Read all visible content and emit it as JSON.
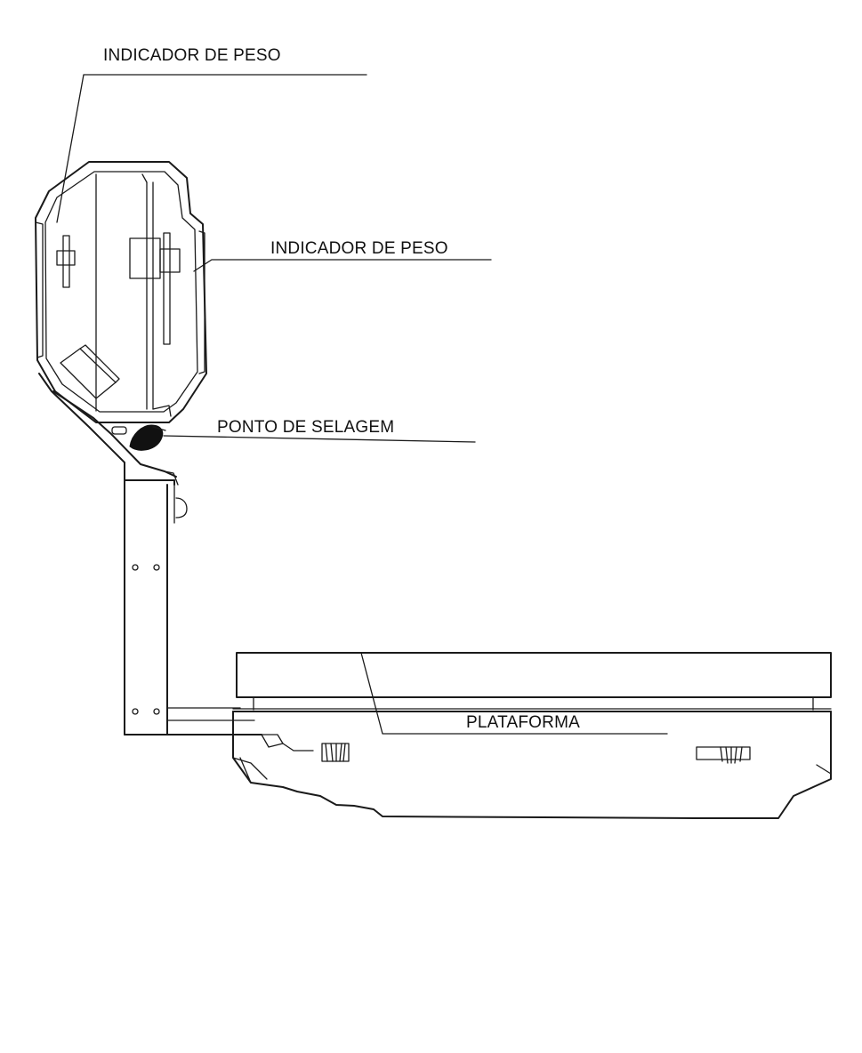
{
  "labels": {
    "indicator_top": "INDICADOR DE PESO",
    "indicator_side": "INDICADOR DE PESO",
    "seal_point": "PONTO DE SELAGEM",
    "platform": "PLATAFORMA"
  },
  "colors": {
    "line": "#1a1a1a",
    "background": "#ffffff"
  }
}
